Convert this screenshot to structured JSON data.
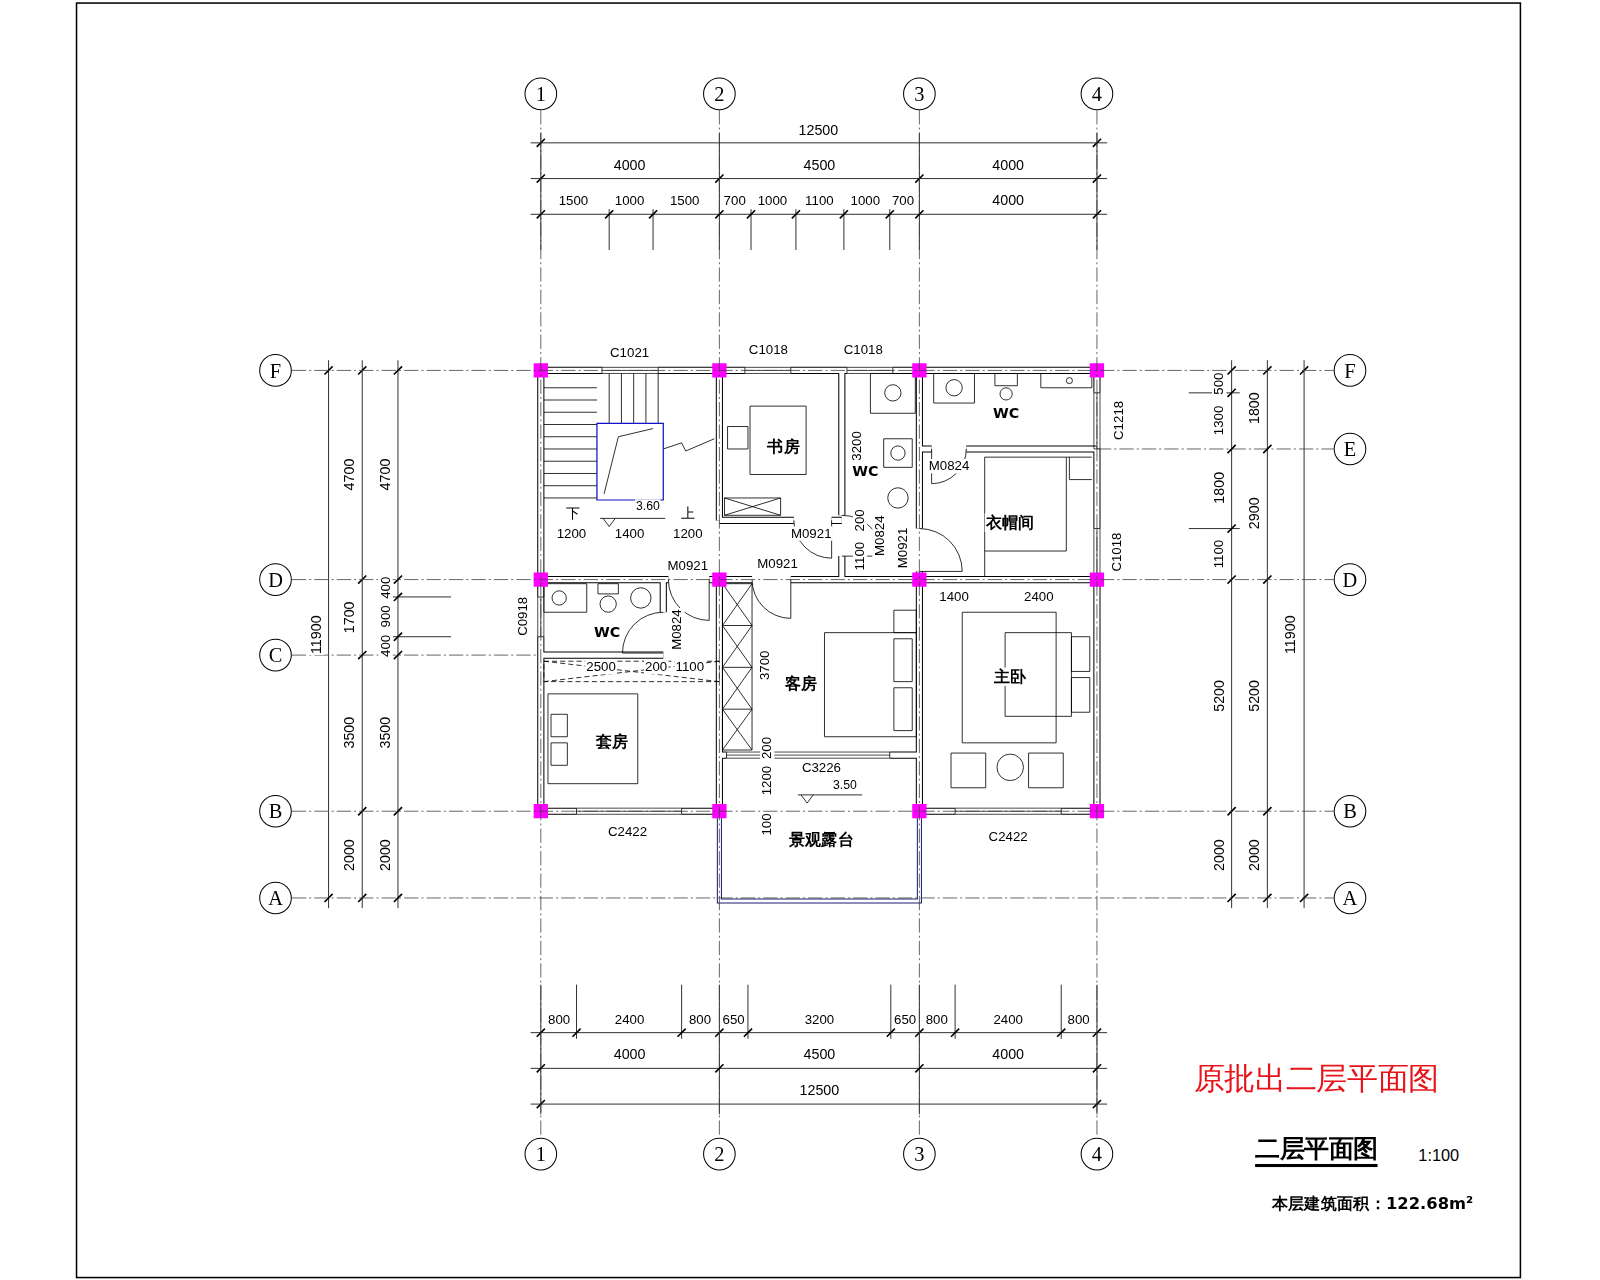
{
  "diagram": {
    "title": "二层平面图",
    "nodes": [
      {
        "text": [
          "1"
        ]
      },
      {
        "text": [
          "2"
        ]
      },
      {
        "text": [
          "3"
        ]
      },
      {
        "text": [
          "4"
        ]
      },
      {
        "text": [
          "F"
        ]
      },
      {
        "text": [
          "F"
        ]
      },
      {
        "text": [
          "E"
        ]
      },
      {
        "text": [
          "D"
        ]
      },
      {
        "text": [
          "D"
        ]
      },
      {
        "text": [
          "C"
        ]
      },
      {
        "text": [
          "B"
        ]
      },
      {
        "text": [
          "B"
        ]
      },
      {
        "text": [
          "A"
        ]
      },
      {
        "text": [
          "A"
        ]
      },
      {
        "text": [
          "1"
        ]
      },
      {
        "text": [
          "2"
        ]
      },
      {
        "text": [
          "3"
        ]
      },
      {
        "text": [
          "4"
        ]
      }
    ],
    "edges": [
      {
        "from": 0,
        "to": 14,
        "arrow": "none"
      },
      {
        "from": 1,
        "to": 15,
        "arrow": "none"
      },
      {
        "from": 2,
        "to": 16,
        "arrow": "none"
      },
      {
        "from": 3,
        "to": 17,
        "arrow": "none"
      },
      {
        "from": 4,
        "to": 5,
        "arrow": "none"
      },
      {
        "from": 7,
        "to": 8,
        "arrow": "none"
      },
      {
        "from": 10,
        "to": 11,
        "arrow": "none"
      },
      {
        "from": 12,
        "to": 13,
        "arrow": "none"
      }
    ],
    "labels": [
      "12500",
      "4000",
      "4500",
      "4000",
      "1500",
      "1000",
      "1500",
      "700",
      "1000",
      "1100",
      "1000",
      "700",
      "4000",
      "800",
      "2400",
      "800",
      "650",
      "3200",
      "650",
      "800",
      "2400",
      "800",
      "4000",
      "4500",
      "4000",
      "12500",
      "11900",
      "4700",
      "1700",
      "3500",
      "2000",
      "4700",
      "400",
      "900",
      "400",
      "3500",
      "2000",
      "500",
      "1300",
      "1800",
      "1100",
      "5200",
      "2000",
      "1800",
      "2900",
      "5200",
      "2000",
      "11900",
      "C1021",
      "C1018",
      "C1018",
      "C1218",
      "C1018",
      "M0824",
      "M0921",
      "M0921",
      "M0921",
      "M0921",
      "M0824",
      "M0824",
      "C0918",
      "C3226",
      "C2422",
      "C2422",
      "书房",
      "WC",
      "WC",
      "衣帽间",
      "WC",
      "客房",
      "主卧",
      "套房",
      "景观露台",
      "3.60",
      "下",
      "上",
      "1200",
      "1400",
      "1200",
      "3200",
      "200",
      "1100",
      "2500",
      "200",
      "1100",
      "1400",
      "2400",
      "3700",
      "1200",
      "200",
      "3.50",
      "100",
      "1:100",
      "本层建筑面积：122.68m²",
      "原批出二层平面图"
    ]
  }
}
